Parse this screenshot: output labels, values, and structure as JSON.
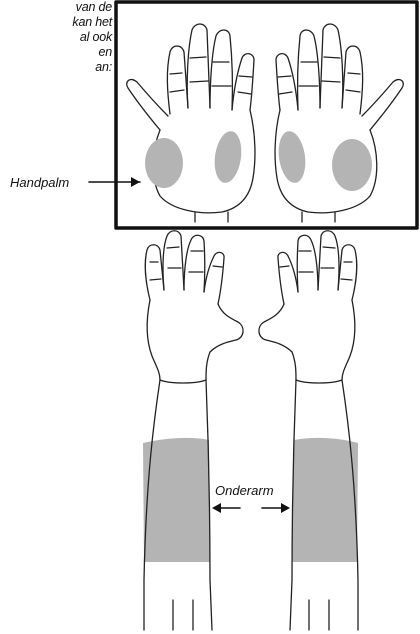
{
  "intro_text": "van de\nkan het\nal ook\nen\nan:",
  "labels": {
    "palm": "Handpalm",
    "forearm": "Onderarm"
  },
  "colors": {
    "shade": "#b4b4b4",
    "line": "#222222",
    "frame": "#111111"
  }
}
